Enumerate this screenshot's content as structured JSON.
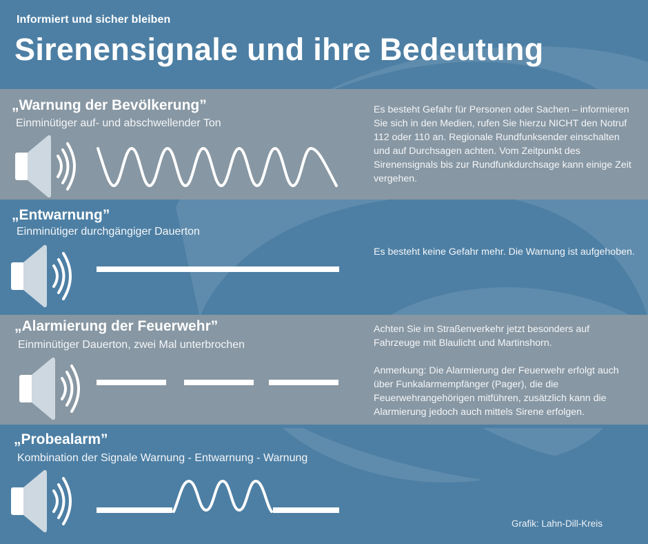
{
  "header": {
    "subtitle": "Informiert und sicher bleiben",
    "title": "Sirenensignale und ihre Bedeutung"
  },
  "colors": {
    "background": "#4d7fa4",
    "swoosh": "#5f8cad",
    "gray_band": "#8797a3",
    "speaker_front": "#ffffff",
    "speaker_cone": "#cdd8e0",
    "signal_line": "#ffffff"
  },
  "signals": [
    {
      "title": "„Warnung der Bevölkerung”",
      "subtitle": "Einminütiger auf- und abschwellender Ton",
      "pattern": "sine-wave",
      "icon": "speaker-icon",
      "description": [
        "Es besteht Gefahr für Personen oder Sachen – informieren Sie sich in den Medien, rufen Sie hierzu NICHT den Notruf 112 oder 110 an. Regionale Rundfunksender einschalten und auf Durchsagen achten. Vom Zeitpunkt des Sirenensignals bis zur Rundfunkdurchsage kann einige Zeit vergehen."
      ]
    },
    {
      "title": "„Entwarnung”",
      "subtitle": "Einminütiger durchgängiger Dauerton",
      "pattern": "continuous-line",
      "icon": "speaker-icon",
      "description": [
        "Es besteht keine Gefahr mehr. Die Warnung ist aufgehoben."
      ]
    },
    {
      "title": "„Alarmierung der Feuerwehr”",
      "subtitle": "Einminütiger Dauerton, zwei Mal unterbrochen",
      "pattern": "dashed-line",
      "icon": "speaker-icon",
      "description": [
        "Achten Sie im Straßenverkehr jetzt besonders auf Fahrzeuge mit Blaulicht und Martinshorn.",
        "Anmerkung: Die Alarmierung der Feuerwehr erfolgt auch über Funkalarmempfänger (Pager), die die Feuerwehrangehörigen mitführen, zusätzlich kann die Alarmierung jedoch auch mittels Sirene erfolgen."
      ]
    },
    {
      "title": "„Probealarm”",
      "subtitle": "Kombination der Signale Warnung - Entwarnung - Warnung",
      "pattern": "line-wave-line",
      "icon": "speaker-icon",
      "description": []
    }
  ],
  "footer": {
    "credit": "Grafik: Lahn-Dill-Kreis"
  }
}
